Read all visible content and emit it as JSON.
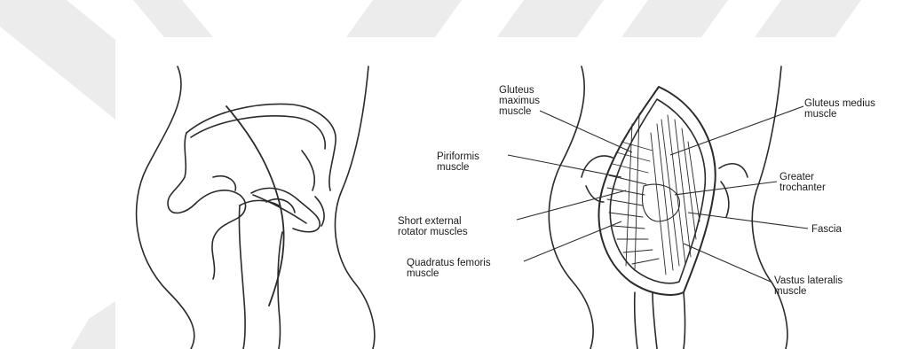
{
  "figure": {
    "left_panel": {
      "labels": []
    },
    "right_panel": {
      "labels": {
        "gluteus_maximus": [
          "Gluteus",
          "maximus",
          "muscle"
        ],
        "gluteus_medius": [
          "Gluteus medius",
          "muscle"
        ],
        "piriformis": [
          "Piriformis",
          "muscle"
        ],
        "greater_trochanter": [
          "Greater",
          "trochanter"
        ],
        "short_external_rotator": [
          "Short external",
          "rotator muscles"
        ],
        "fascia": [
          "Fascia"
        ],
        "quadratus_femoris": [
          "Quadratus femoris",
          "muscle"
        ],
        "vastus_lateralis": [
          "Vastus lateralis",
          "muscle"
        ]
      }
    }
  },
  "colors": {
    "line": "#2a2a2a",
    "watermark": "#ececec",
    "background": "#ffffff"
  }
}
